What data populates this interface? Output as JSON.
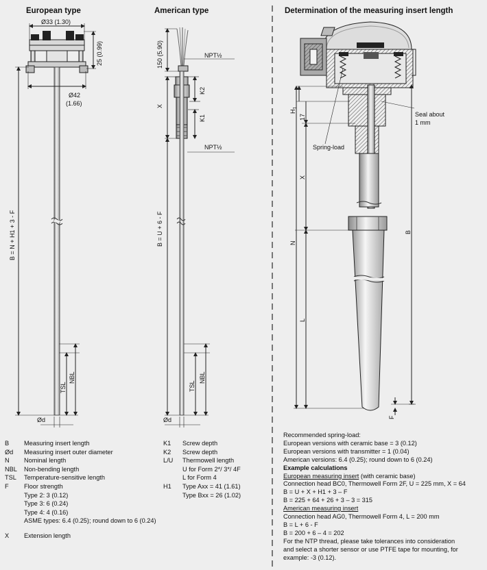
{
  "headings": {
    "european": "European type",
    "american": "American type",
    "determination": "Determination of the measuring insert length"
  },
  "european_dims": {
    "head_width": "Ø33 (1.30)",
    "head_height": "25 (0.99)",
    "flange_dia": "Ø42",
    "flange_dia_in": "(1.66)",
    "b_formula": "B = N + H1 + 3 - F",
    "tsl": "TSL",
    "nbl": "NBL",
    "od": "Ød"
  },
  "american_dims": {
    "lead_length": "150 (5.90)",
    "npt_top": "NPT½",
    "npt_bottom": "NPT½",
    "x": "X",
    "k2": "K2",
    "k1": "K1",
    "b_formula": "B = U + 6 - F",
    "tsl": "TSL",
    "nbl": "NBL",
    "od": "Ød"
  },
  "determination_labels": {
    "h1": "H",
    "h1_sub": "1",
    "seventeen": "17",
    "seal": "Seal about",
    "seal_2": "1 mm",
    "spring_load": "Spring-load",
    "x": "X",
    "b": "B",
    "n": "N",
    "l": "L",
    "f": "F"
  },
  "legend_left": [
    {
      "key": "B",
      "value": "Measuring insert length"
    },
    {
      "key": "Ød",
      "value": "Measuring insert outer diameter"
    },
    {
      "key": "N",
      "value": "Nominal length"
    },
    {
      "key": "NBL",
      "value": "Non-bending length"
    },
    {
      "key": "TSL",
      "value": "Temperature-sensitive length"
    },
    {
      "key": "F",
      "value": "Floor strength"
    },
    {
      "key": "",
      "value": "Type 2: 3 (0.12)"
    },
    {
      "key": "",
      "value": "Type 3: 6 (0.24)"
    },
    {
      "key": "",
      "value": "Type 4: 4 (0.16)"
    },
    {
      "key": "",
      "value": "ASME types: 6.4 (0.25); round down to 6 (0.24)"
    },
    {
      "key": "",
      "value": ""
    },
    {
      "key": "X",
      "value": "Extension length"
    }
  ],
  "legend_right": [
    {
      "key": "K1",
      "value": "Screw depth"
    },
    {
      "key": "K2",
      "value": "Screw depth"
    },
    {
      "key": "L/U",
      "value": "Thermowell length"
    },
    {
      "key": "",
      "value": "U for Form 2*/ 3*/ 4F"
    },
    {
      "key": "",
      "value": "L for Form 4"
    },
    {
      "key": "H1",
      "value": "Type Axx = 41 (1.61)"
    },
    {
      "key": "",
      "value": "Type Bxx = 26 (1.02)"
    }
  ],
  "calc": {
    "spring_title": "Recommended spring-load:",
    "spring_1": "European versions with ceramic base = 3 (0.12)",
    "spring_2": "European versions with transmitter = 1 (0.04)",
    "spring_3": "American versions: 6.4 (0.25); round down to 6 (0.24)",
    "example_title": "Example calculations",
    "eu_title": "European measuring insert",
    "eu_title_suffix": "  (with ceramic base)",
    "eu_1": "Connection head BC0, Thermowell Form 2F, U = 225 mm, X = 64",
    "eu_2": "B = U + X + H1 + 3 – F",
    "eu_3": "B = 225 + 64 + 26 + 3 – 3 = 315",
    "am_title": "American measuring insert",
    "am_1": "Connection head AG0, Thermowell Form 4, L = 200 mm",
    "am_2": "B = L + 6 - F",
    "am_3": "B = 200 + 6 – 4 = 202",
    "ntp_1": "For the NTP thread, please take tolerances into consideration",
    "ntp_2": "and select a shorter sensor or use PTFE tape for mounting, for",
    "ntp_3": "example: -3 (0.12)."
  }
}
